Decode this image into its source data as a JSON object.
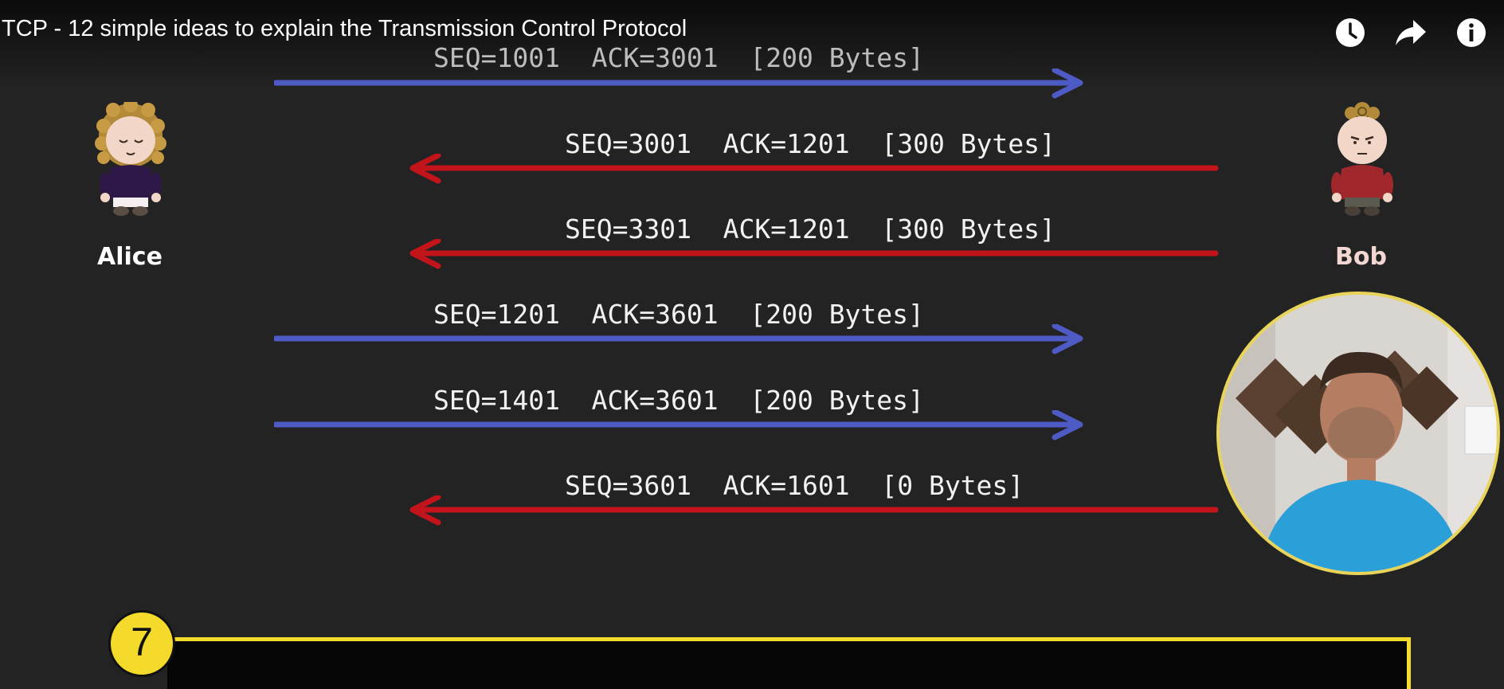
{
  "video": {
    "title": "TCP - 12 simple ideas to explain the Transmission Control Protocol",
    "controls": [
      {
        "name": "watch-later",
        "icon": "clock-icon"
      },
      {
        "name": "share",
        "icon": "share-arrow-icon"
      },
      {
        "name": "info",
        "icon": "info-icon"
      }
    ]
  },
  "participants": {
    "left": {
      "name": "Alice",
      "color": "#ffffff",
      "shirt": "#2d1848"
    },
    "right": {
      "name": "Bob",
      "color": "#f4d7d3",
      "shirt": "#a0282c"
    }
  },
  "messages": [
    {
      "label": "SEQ=1001  ACK=3001  [200 Bytes]",
      "direction": "right",
      "color": "#4f5bc4"
    },
    {
      "label": "SEQ=3001  ACK=1201  [300 Bytes]",
      "direction": "left",
      "color": "#c3141b"
    },
    {
      "label": "SEQ=3301  ACK=1201  [300 Bytes]",
      "direction": "left",
      "color": "#c3141b"
    },
    {
      "label": "SEQ=1201  ACK=3601  [200 Bytes]",
      "direction": "right",
      "color": "#4f5bc4"
    },
    {
      "label": "SEQ=1401  ACK=3601  [200 Bytes]",
      "direction": "right",
      "color": "#4f5bc4"
    },
    {
      "label": "SEQ=3601  ACK=1601  [0 Bytes]",
      "direction": "left",
      "color": "#c3141b"
    }
  ],
  "chapter": {
    "number": "7",
    "accent": "#f3da2b"
  }
}
